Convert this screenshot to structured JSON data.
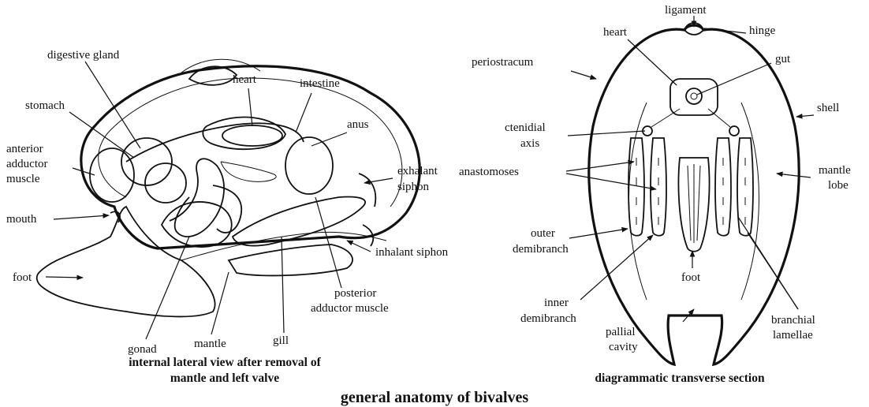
{
  "title": "general anatomy of bivalves",
  "left_diagram": {
    "caption_line1": "internal lateral view after removal of",
    "caption_line2": "mantle and left valve",
    "labels": {
      "digestive_gland": "digestive gland",
      "heart": "heart",
      "intestine": "intestine",
      "stomach": "stomach",
      "anus": "anus",
      "anterior_adductor_1": "anterior",
      "anterior_adductor_2": "adductor",
      "anterior_adductor_3": "muscle",
      "exhalant_siphon_1": "exhalant",
      "exhalant_siphon_2": "siphon",
      "mouth": "mouth",
      "inhalant_siphon": "inhalant siphon",
      "foot": "foot",
      "posterior_adductor_1": "posterior",
      "posterior_adductor_2": "adductor muscle",
      "gonad": "gonad",
      "mantle": "mantle",
      "gill": "gill"
    }
  },
  "right_diagram": {
    "caption": "diagrammatic transverse section",
    "labels": {
      "ligament": "ligament",
      "heart": "heart",
      "hinge": "hinge",
      "periostracum": "periostracum",
      "gut": "gut",
      "ctenidial_axis_1": "ctenidial",
      "ctenidial_axis_2": "axis",
      "shell": "shell",
      "anastomoses": "anastomoses",
      "mantle_lobe_1": "mantle",
      "mantle_lobe_2": "lobe",
      "outer_demibranch_1": "outer",
      "outer_demibranch_2": "demibranch",
      "foot": "foot",
      "inner_demibranch_1": "inner",
      "inner_demibranch_2": "demibranch",
      "pallial_cavity_1": "pallial",
      "pallial_cavity_2": "cavity",
      "branchial_lamellae_1": "branchial",
      "branchial_lamellae_2": "lamellae"
    }
  }
}
